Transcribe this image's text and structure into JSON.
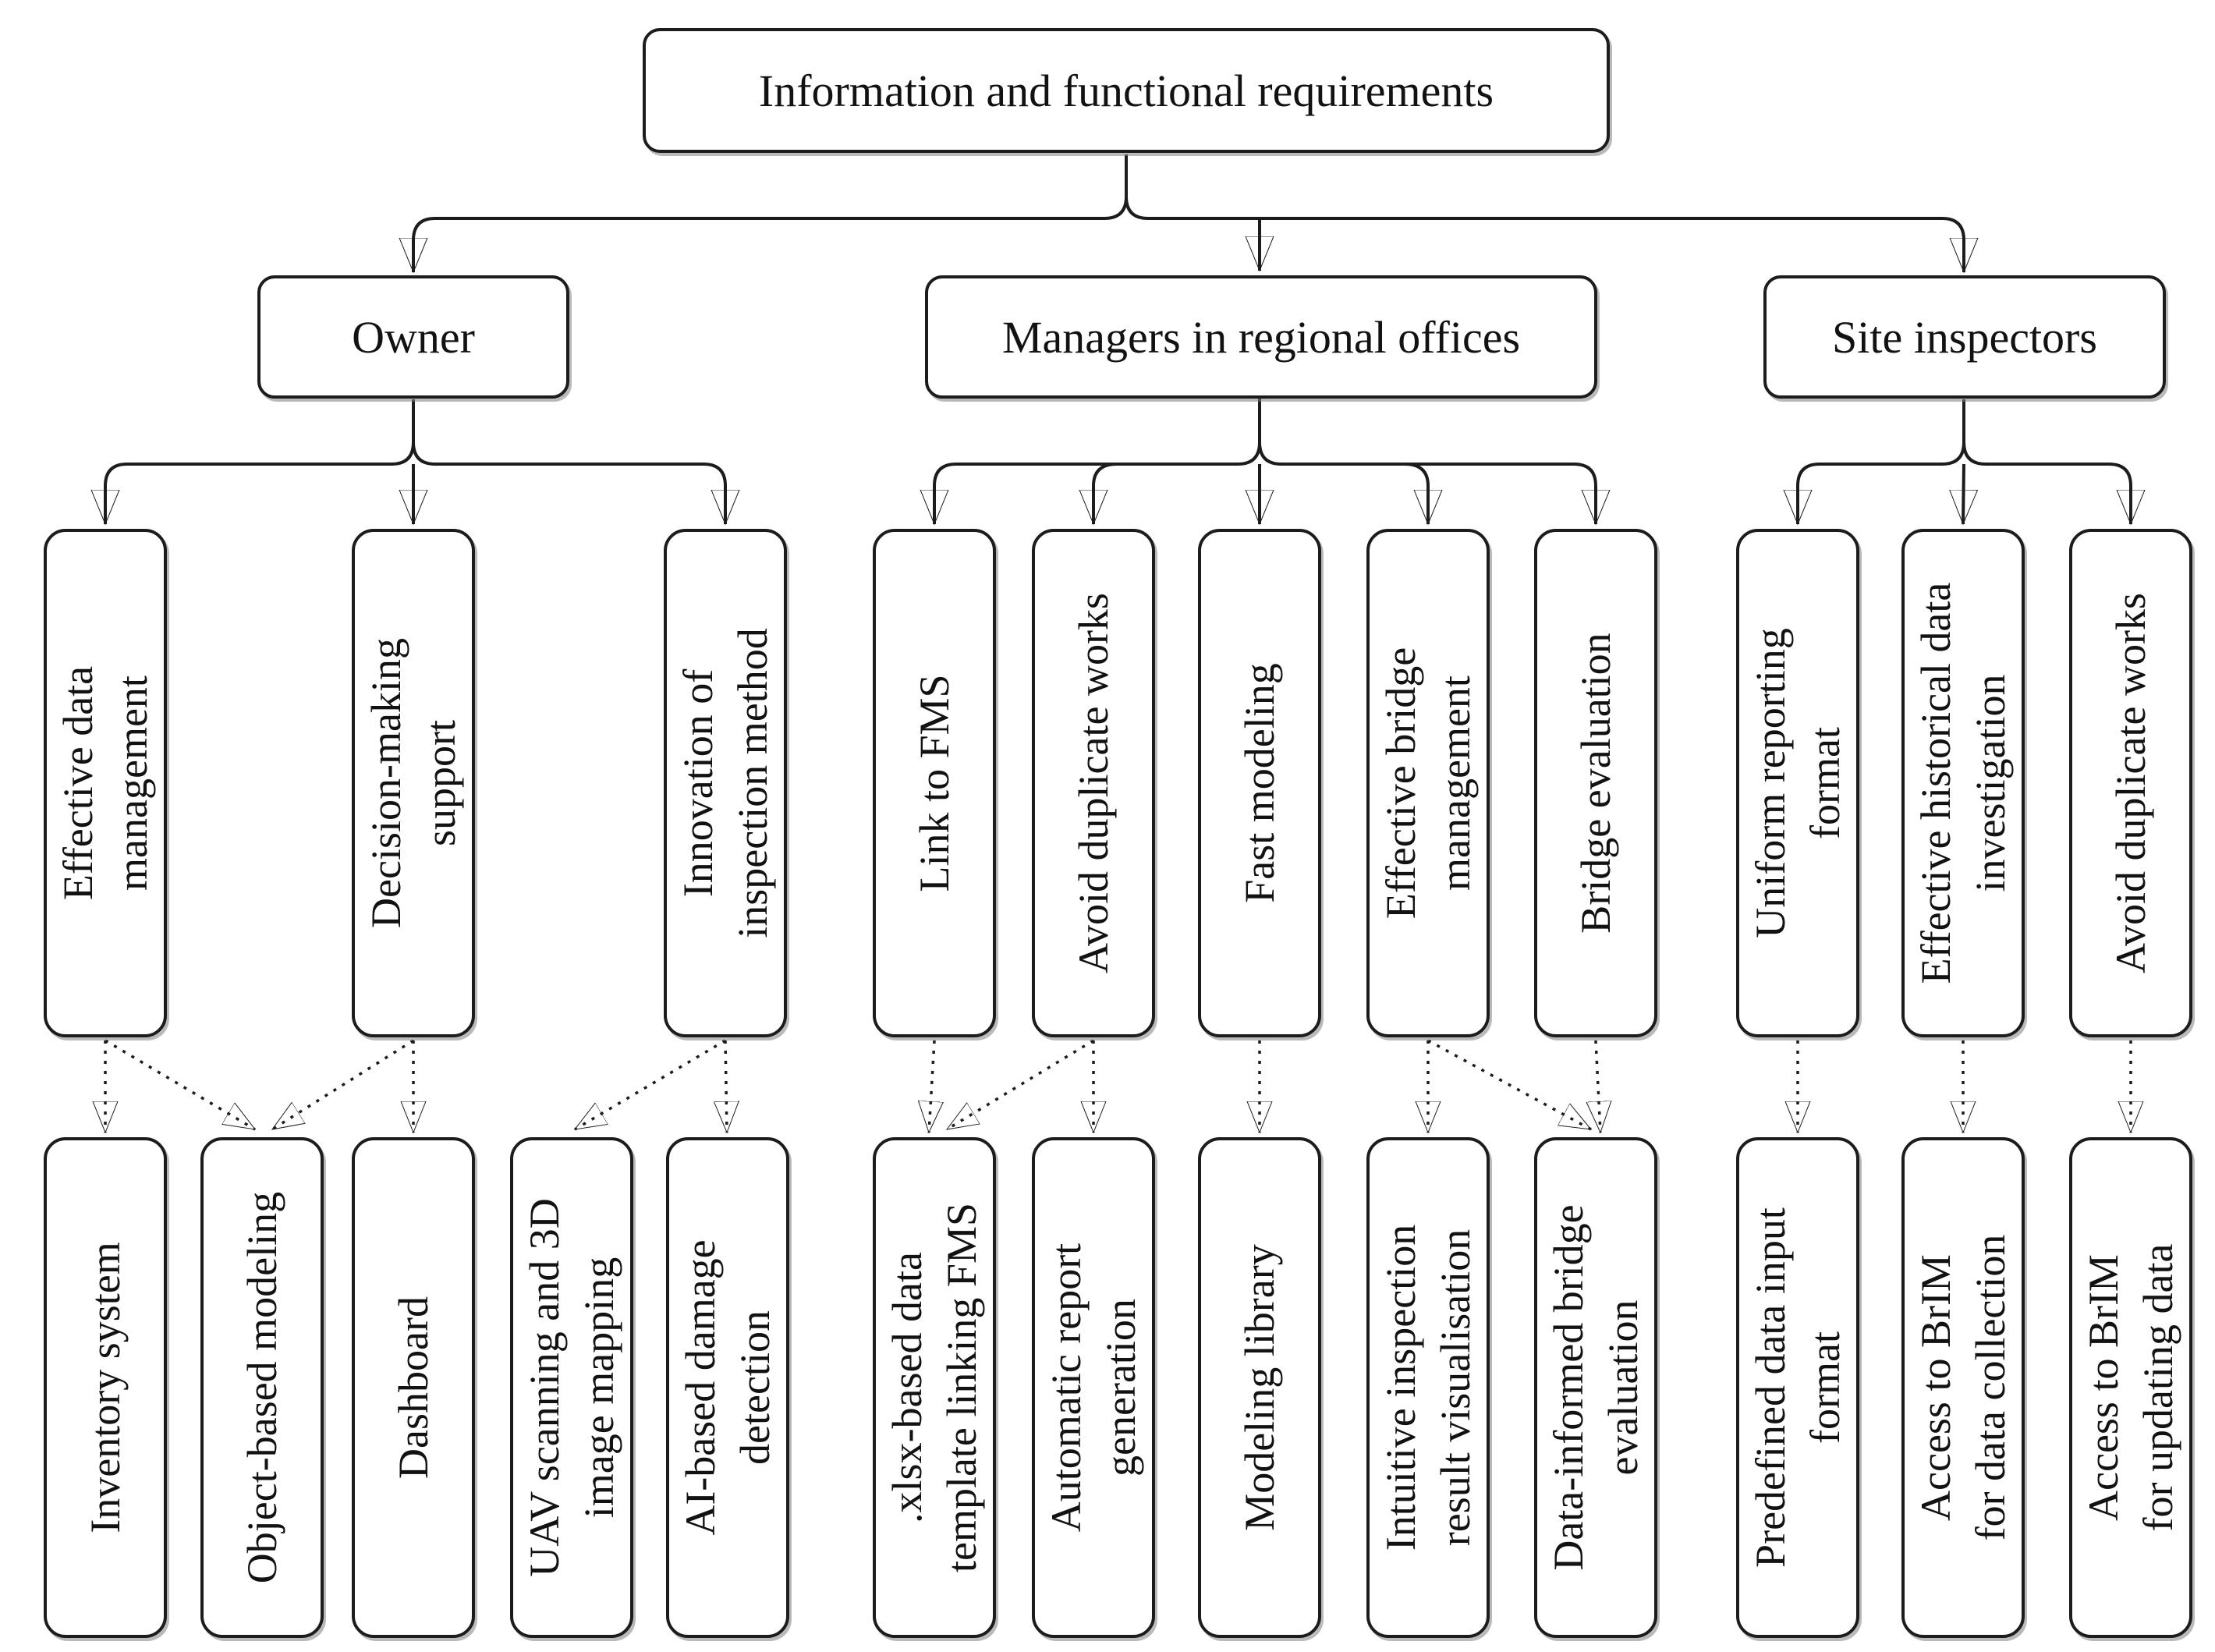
{
  "title": "Information and functional requirements diagram",
  "nodes": {
    "root": "Information and functional requirements",
    "owner": "Owner",
    "managers": "Managers in regional offices",
    "inspectors": "Site inspectors",
    "eff_data": "Effective data\nmanagement",
    "decision": "Decision-making\nsupport",
    "innovation": "Innovation of\ninspection method",
    "link_fms": "Link to FMS",
    "avoid_dup_mgr": "Avoid duplicate works",
    "fast_modeling": "Fast modeling",
    "eff_bridge": "Effective bridge\nmanagement",
    "bridge_eval": "Bridge evaluation",
    "uniform_fmt": "Uniform reporting\nformat",
    "eff_hist": "Effective historical data\ninvestigation",
    "avoid_dup_insp": "Avoid duplicate works",
    "inventory": "Inventory system",
    "object_modeling": "Object-based modeling",
    "dashboard": "Dashboard",
    "uav": "UAV scanning and 3D\nimage mapping",
    "ai_damage": "AI-based damage\ndetection",
    "xlsx": ".xlsx-based data\ntemplate linking FMS",
    "auto_report": "Automatic report\ngeneration",
    "modeling_lib": "Modeling library",
    "intuitive": "Intuitive inspection\nresult visualisation",
    "data_informed": "Data-informed bridge\nevaluation",
    "predefined": "Predefined data input\nformat",
    "access_collect": "Access to BrIM\nfor data collection",
    "access_update": "Access to BrIM\nfor updating data"
  },
  "colors": {
    "line": "#1c1c1c",
    "box_border": "#1c1c1c",
    "background": "#ffffff"
  }
}
